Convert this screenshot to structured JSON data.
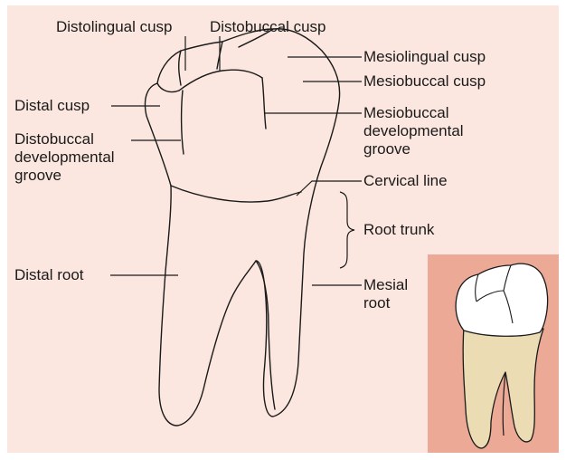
{
  "labels": {
    "distolingual_cusp": "Distolingual cusp",
    "distobuccal_cusp": "Distobuccal cusp",
    "mesiolingual_cusp": "Mesiolingual cusp",
    "mesiobuccal_cusp": "Mesiobuccal cusp",
    "distal_cusp": "Distal cusp",
    "mesiobuccal_developmental_groove": [
      "Mesiobuccal",
      "developmental",
      "groove"
    ],
    "distobuccal_developmental_groove": [
      "Distobuccal",
      "developmental",
      "groove"
    ],
    "cervical_line": "Cervical line",
    "root_trunk": "Root trunk",
    "distal_root": "Distal root",
    "mesial_root": [
      "Mesial",
      "root"
    ]
  },
  "colors": {
    "background": "#fbe7df",
    "inset_background": "#eba996",
    "crown_enamel": "#ffffff",
    "root_dentin": "#ecdcb4",
    "line": "#1a1a1a"
  }
}
